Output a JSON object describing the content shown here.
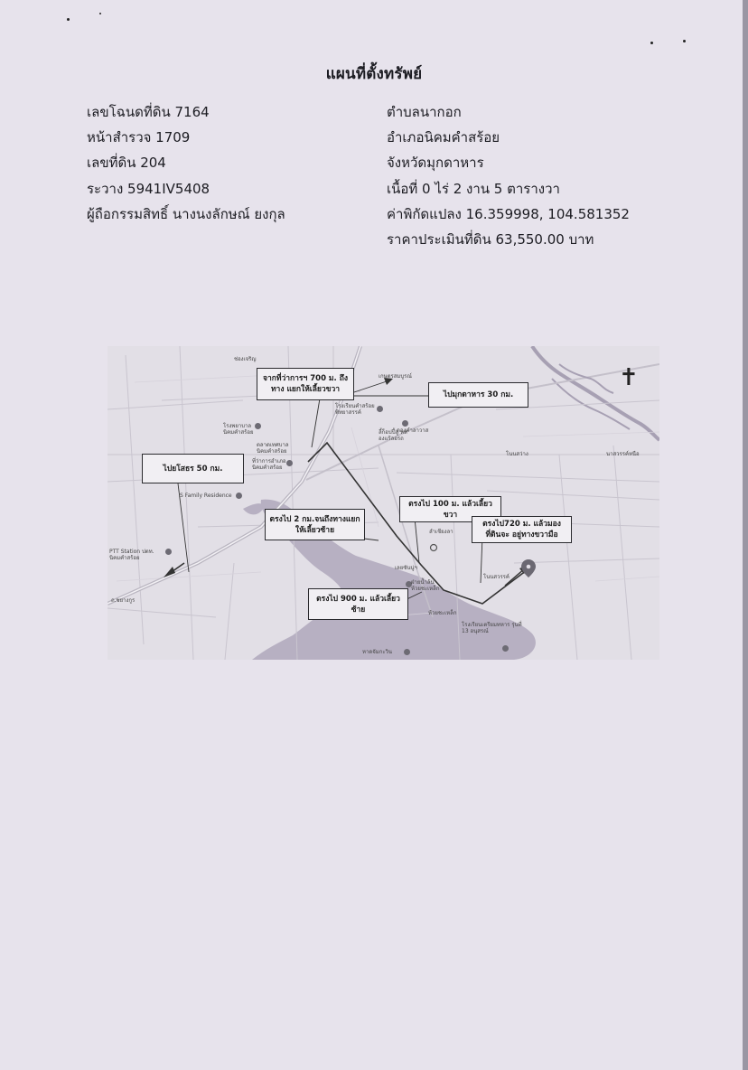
{
  "header": {
    "title": "แผนที่ตั้งทรัพย์"
  },
  "left_info": [
    "เลขโฉนดที่ดิน 7164",
    "หน้าสำรวจ 1709",
    "เลขที่ดิน 204",
    "ระวาง 5941IV5408",
    "ผู้ถือกรรมสิทธิ์ นางนงลักษณ์ ยงกุล"
  ],
  "right_info": [
    "ตำบลนากอก",
    "อำเภอนิคมคำสร้อย",
    "จังหวัดมุกดาหาร",
    "เนื้อที่ 0 ไร่ 2 งาน 5 ตารางวา",
    "ค่าพิกัดแปลง 16.359998, 104.581352",
    "ราคาประเมินที่ดิน 63,550.00 บาท"
  ],
  "map": {
    "callouts": {
      "c1": "จากที่ว่าการฯ 700 ม. ถึงทาง แยกให้เลี้ยวขวา",
      "c2": "ไปมุกดาหาร 30 กม.",
      "c3": "ไปยโสธร 50 กม.",
      "c4": "ตรงไป 2 กม.จนถึงทางแยก ให้เลี้ยวซ้าย",
      "c5": "ตรงไป 100 ม. แล้วเลี้ยวขวา",
      "c6": "ตรงไป720 ม. แล้วมองที่ดินจะ อยู่ทางขวามือ",
      "c7": "ตรงไป 900 ม. แล้วเลี้ยวซ้าย"
    },
    "places": {
      "p1": "ช่องเจริญ",
      "p2": "โรงพยาบาล นิคมคำสร้อย",
      "p3": "ตลาดเทศบาล นิคมคำสร้อย",
      "p4": "ที่ว่าการอำเภอ นิคมคำสร้อย",
      "p5": "S Family Residence",
      "p6": "PTT Station ปตท. นิคมคำสร้อย",
      "p7": "เกษตรสมบูรณ์",
      "p8": "โรงเรียนคำสร้อย พิทยาสรรค์",
      "p9": "ลี้ก็อปปี้ลู หลองแร้ลอรถ",
      "p10": "ดองคำลาวาส",
      "p11": "โนนสว่าง",
      "p12": "นาสวรรค์หนือ",
      "p13": "ลำเชียงลา",
      "p14": "เลยซันนู่ฯ",
      "p15": "ฝ่ายน้ำล้น ห้วยชะเหล็ก",
      "p16": "โนนสวรรค์",
      "p17": "โรงเรียนเตรียมทหาร รุ่นที่ 13 อนุสรณ์",
      "p18": "หาดจัมกะวิน",
      "p19": "ห้วยชะเหล็ก",
      "p20": "ถ.ชยางกูร"
    }
  }
}
